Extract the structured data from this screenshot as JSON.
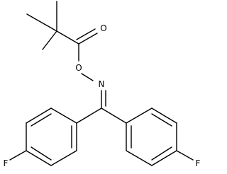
{
  "structure": {
    "atoms": {
      "carbonyl_oxygen": "O",
      "ester_oxygen": "O",
      "imine_nitrogen": "N",
      "fluorine_left": "F",
      "fluorine_right": "F"
    }
  },
  "colors": {
    "bond": "#000000",
    "label": "#000000",
    "background": "#ffffff"
  }
}
